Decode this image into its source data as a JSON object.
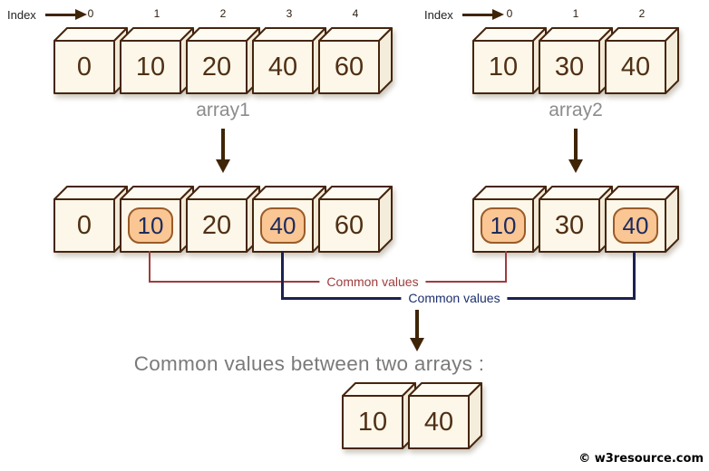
{
  "diagram": {
    "index_label": "Index",
    "array1": {
      "label": "array1",
      "indices": [
        "0",
        "1",
        "2",
        "3",
        "4"
      ],
      "values": [
        "0",
        "10",
        "20",
        "40",
        "60"
      ],
      "highlighted_indices": [
        1,
        3
      ],
      "highlighted_values": [
        "10",
        "40"
      ]
    },
    "array2": {
      "label": "array2",
      "indices": [
        "0",
        "1",
        "2"
      ],
      "values": [
        "10",
        "30",
        "40"
      ],
      "highlighted_indices": [
        0,
        2
      ],
      "highlighted_values": [
        "10",
        "40"
      ]
    },
    "connectors": [
      {
        "label": "Common values",
        "value": "10",
        "color": "#a03c3c"
      },
      {
        "label": "Common values",
        "value": "40",
        "color": "#1b2150"
      }
    ],
    "result": {
      "heading": "Common values between two arrays :",
      "values": [
        "10",
        "40"
      ]
    },
    "watermark": "© w3resource.com",
    "colors": {
      "cube_fill": "#fcf7e9",
      "cube_top_fill": "#fefbf3",
      "cube_side_fill": "#f5eddb",
      "cube_stroke": "#46250e",
      "value_text": "#4f3015",
      "highlight_fill": "#f9c694",
      "highlight_stroke": "#9a5b28",
      "highlight_text": "#1c2b5e",
      "red_connector": "#a03c3c",
      "navy_connector": "#1b2150",
      "array_label": "#8c8c8c",
      "heading_text": "#7a7a7a",
      "arrow": "#3f2508"
    }
  }
}
